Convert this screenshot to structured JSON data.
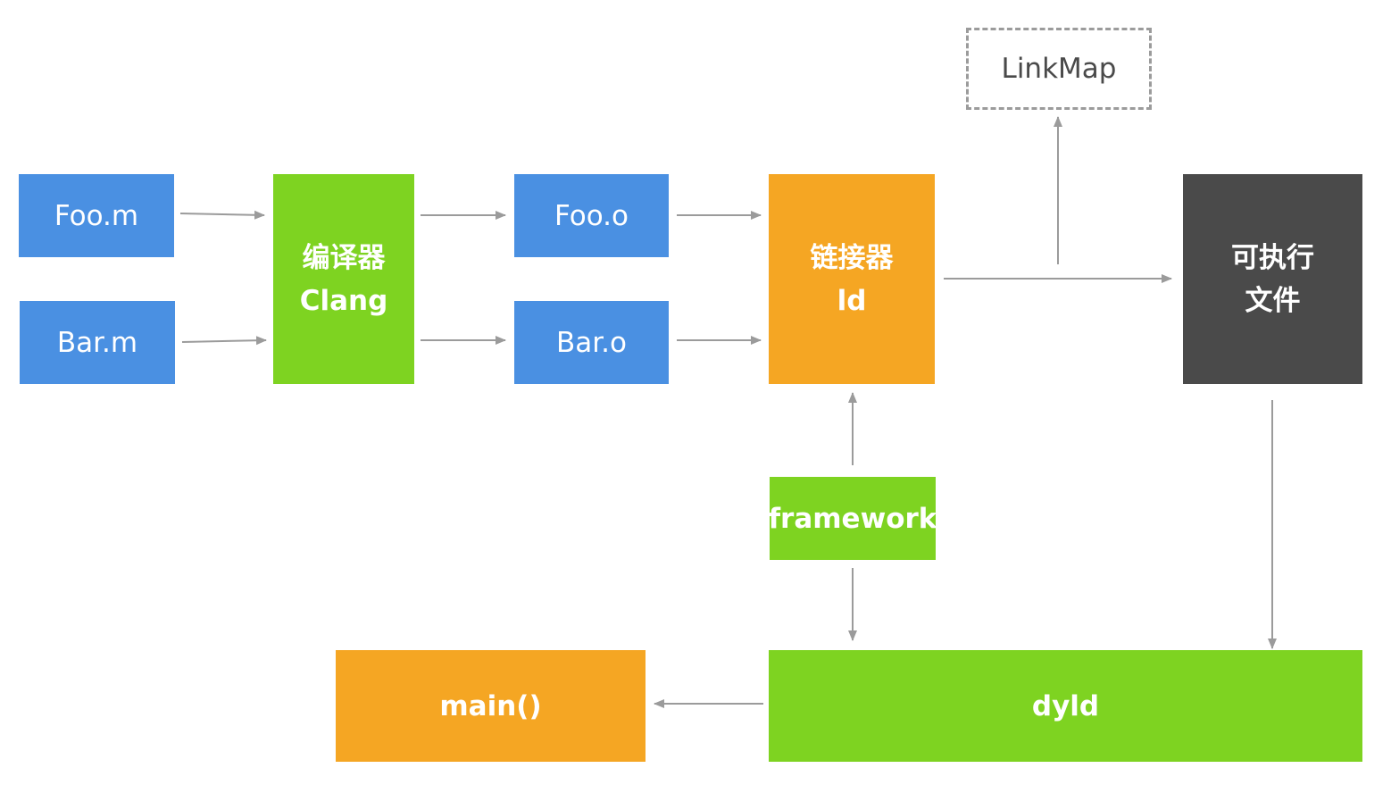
{
  "nodes": {
    "foo_m": "Foo.m",
    "bar_m": "Bar.m",
    "compiler_line1": "编译器",
    "compiler_line2": "Clang",
    "foo_o": "Foo.o",
    "bar_o": "Bar.o",
    "linker_line1": "链接器",
    "linker_line2": "ld",
    "linkmap": "LinkMap",
    "executable_line1": "可执行",
    "executable_line2": "文件",
    "framework": "framework",
    "dyld": "dyld",
    "main": "main()"
  },
  "colors": {
    "source_files": "#4a90e2",
    "object_files": "#4a90e2",
    "compiler": "#7ed321",
    "linker": "#f5a623",
    "executable": "#4a4a4a",
    "framework": "#7ed321",
    "dyld": "#7ed321",
    "main": "#f5a623",
    "linkmap_border": "#9b9b9b",
    "arrow": "#9b9b9b"
  }
}
